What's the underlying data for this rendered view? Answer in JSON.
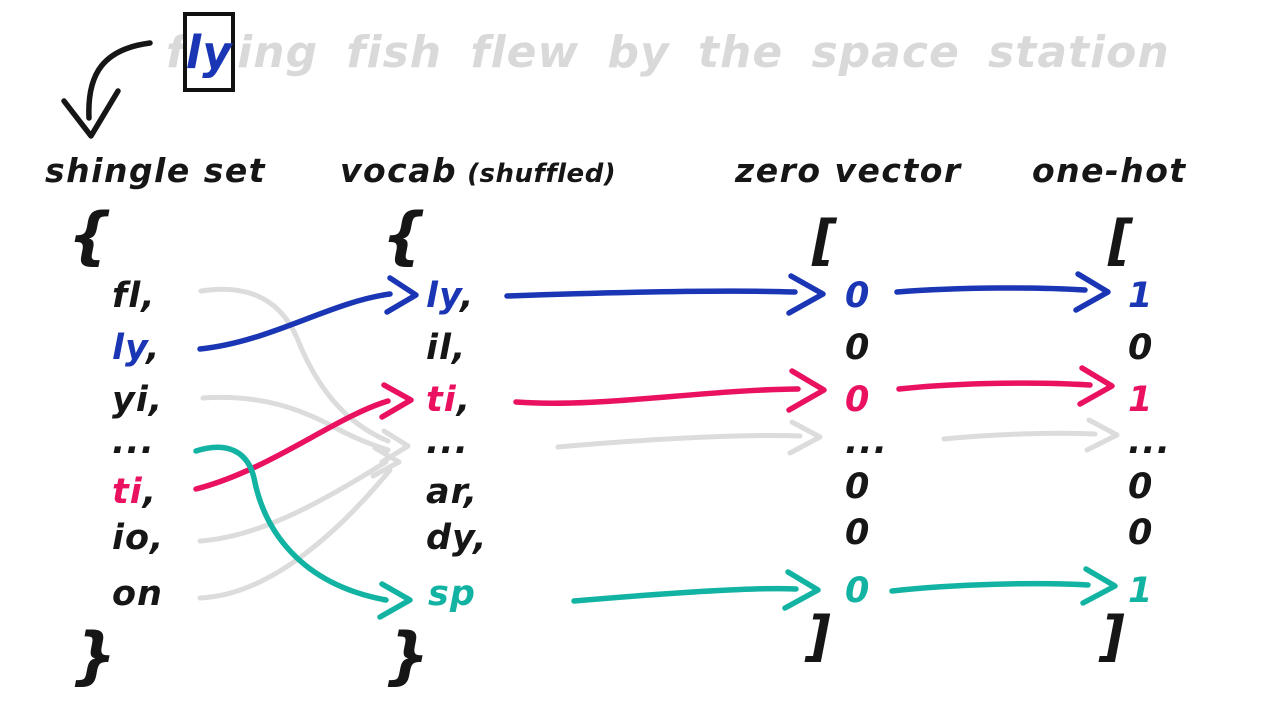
{
  "header": {
    "prefix": "f",
    "highlight": "ly",
    "suffix": "ing fish flew by the space station"
  },
  "palette": {
    "blue": "#1a36b5",
    "pink": "#e91160",
    "teal": "#12b3a2",
    "arrow_gray": "#dcdcdc",
    "faded_text": "#d9d9d9",
    "ink": "#161616"
  },
  "columns": {
    "shingle": {
      "title": "shingle set",
      "open": "{",
      "close": "}",
      "items": [
        {
          "text": "fl",
          "suffix": ",",
          "color": "ink"
        },
        {
          "text": "ly",
          "suffix": ",",
          "color": "blue"
        },
        {
          "text": "yi",
          "suffix": ",",
          "color": "ink"
        },
        {
          "text": "...",
          "suffix": "",
          "color": "ink"
        },
        {
          "text": "ti",
          "suffix": ",",
          "color": "pink"
        },
        {
          "text": "io",
          "suffix": ",",
          "color": "ink"
        },
        {
          "text": "on",
          "suffix": "",
          "color": "ink"
        }
      ]
    },
    "vocab": {
      "title": "vocab",
      "note": "(shuffled)",
      "open": "{",
      "close": "}",
      "items": [
        {
          "text": "ly",
          "suffix": ",",
          "color": "blue"
        },
        {
          "text": "il",
          "suffix": ",",
          "color": "ink"
        },
        {
          "text": "ti",
          "suffix": ",",
          "color": "pink"
        },
        {
          "text": "...",
          "suffix": "",
          "color": "ink"
        },
        {
          "text": "ar",
          "suffix": ",",
          "color": "ink"
        },
        {
          "text": "dy",
          "suffix": ",",
          "color": "ink"
        },
        {
          "text": "sp",
          "suffix": "",
          "color": "teal"
        }
      ]
    },
    "zero": {
      "title": "zero vector",
      "open": "[",
      "close": "]",
      "items": [
        {
          "text": "0",
          "suffix": "",
          "color": "blue"
        },
        {
          "text": "0",
          "suffix": "",
          "color": "ink"
        },
        {
          "text": "0",
          "suffix": "",
          "color": "pink"
        },
        {
          "text": "...",
          "suffix": "",
          "color": "ink"
        },
        {
          "text": "0",
          "suffix": "",
          "color": "ink"
        },
        {
          "text": "0",
          "suffix": "",
          "color": "ink"
        },
        {
          "text": "0",
          "suffix": "",
          "color": "teal"
        }
      ]
    },
    "onehot": {
      "title": "one-hot",
      "open": "[",
      "close": "]",
      "items": [
        {
          "text": "1",
          "suffix": "",
          "color": "blue"
        },
        {
          "text": "0",
          "suffix": "",
          "color": "ink"
        },
        {
          "text": "1",
          "suffix": "",
          "color": "pink"
        },
        {
          "text": "...",
          "suffix": "",
          "color": "ink"
        },
        {
          "text": "0",
          "suffix": "",
          "color": "ink"
        },
        {
          "text": "0",
          "suffix": "",
          "color": "ink"
        },
        {
          "text": "1",
          "suffix": "",
          "color": "teal"
        }
      ]
    }
  },
  "mappings": [
    {
      "from": "ly (shingle)",
      "to": "ly (vocab) -> 0 -> 1",
      "color": "blue"
    },
    {
      "from": "ti (shingle)",
      "to": "ti (vocab) -> 0 -> 1",
      "color": "pink"
    },
    {
      "from": "... (shingle)",
      "to": "sp (vocab) -> 0 -> 1",
      "color": "teal"
    },
    {
      "from": "fl, yi, io, on",
      "to": "... (vocab) -> ... -> ...",
      "color": "gray"
    }
  ]
}
